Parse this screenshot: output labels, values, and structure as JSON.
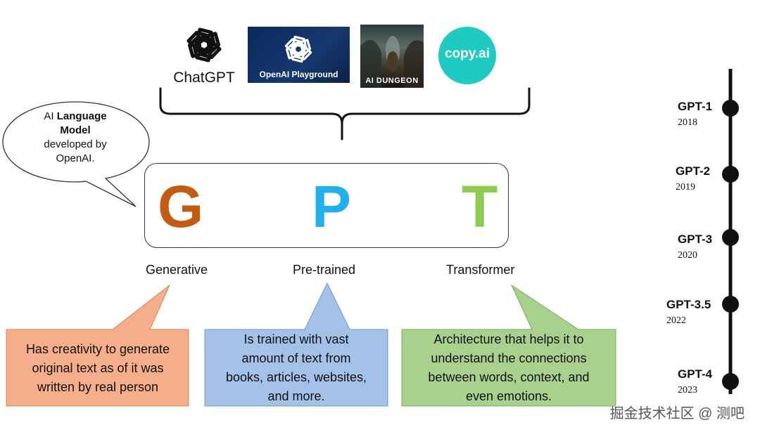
{
  "logos": {
    "chatgpt": "ChatGPT",
    "playground": "OpenAI Playground",
    "dungeon": "AI DUNGEON",
    "copyai": "copy.ai"
  },
  "bubble": {
    "line1_prefix": "AI ",
    "line1_bold": "Language",
    "line2_bold": "Model",
    "line3": "developed by",
    "line4": "OpenAI."
  },
  "gpt": {
    "letters": [
      "G",
      "P",
      "T"
    ],
    "words": [
      "Generative",
      "Pre-trained",
      "Transformer"
    ],
    "colors": [
      "#c55a11",
      "#1eb1ee",
      "#8dcc4e"
    ]
  },
  "callouts": [
    {
      "lines": [
        "Has creativity to generate",
        "original text as of it was",
        "written by real person"
      ],
      "color": "#f4ae8a"
    },
    {
      "lines": [
        "Is trained with vast",
        "amount of text from",
        "books, articles, websites,",
        "and more."
      ],
      "color": "#a4c2e8"
    },
    {
      "lines": [
        "Architecture that helps it to",
        "understand the connections",
        "between words, context, and",
        "even emotions."
      ],
      "color": "#a9d18e"
    }
  ],
  "timeline": [
    {
      "name": "GPT-1",
      "year": "2018"
    },
    {
      "name": "GPT-2",
      "year": "2019"
    },
    {
      "name": "GPT-3",
      "year": "2020"
    },
    {
      "name": "GPT-3.5",
      "year": "2022"
    },
    {
      "name": "GPT-4",
      "year": "2023"
    }
  ],
  "watermark": "掘金技术社区 @ 测吧"
}
